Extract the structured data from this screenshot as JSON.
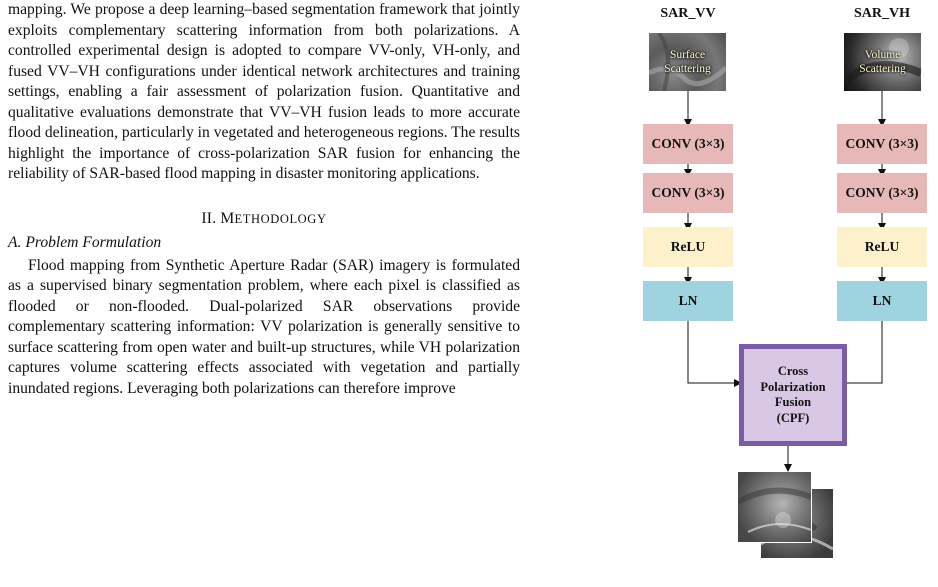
{
  "paper": {
    "intro_paragraph": "mapping. We propose a deep learning–based segmentation framework that jointly exploits complementary scattering information from both polarizations. A controlled experimental design is adopted to compare VV-only, VH-only, and fused VV–VH configurations under identical network architectures and training settings, enabling a fair assessment of polarization fusion. Quantitative and qualitative evaluations demonstrate that VV–VH fusion leads to more accurate flood delineation, particularly in vegetated and heterogeneous regions. The results highlight the importance of cross-polarization SAR fusion for enhancing the reliability of SAR-based flood mapping in disaster monitoring applications.",
    "section_number": "II. M",
    "section_title_rest": "ETHODOLOGY",
    "subsection": "A. Problem Formulation",
    "body_paragraph": "Flood mapping from Synthetic Aperture Radar (SAR) imagery is formulated as a supervised binary segmentation problem, where each pixel is classified as flooded or non-flooded. Dual-polarized SAR observations provide complementary scattering information: VV polarization is generally sensitive to surface scattering from open water and built-up structures, while VH polarization captures volume scattering effects associated with vegetation and partially inundated regions. Leveraging both polarizations can therefore improve"
  },
  "diagram": {
    "left_label": "SAR_VV",
    "right_label": "SAR_VH",
    "left_thumb_text": [
      "Surface",
      "Scattering"
    ],
    "right_thumb_text": [
      "Volume",
      "Scattering"
    ],
    "conv_label": "CONV (3×3)",
    "relu_label": "ReLU",
    "ln_label": "LN",
    "fusion_lines": [
      "Cross",
      "Polarization",
      "Fusion",
      "(CPF)"
    ]
  }
}
